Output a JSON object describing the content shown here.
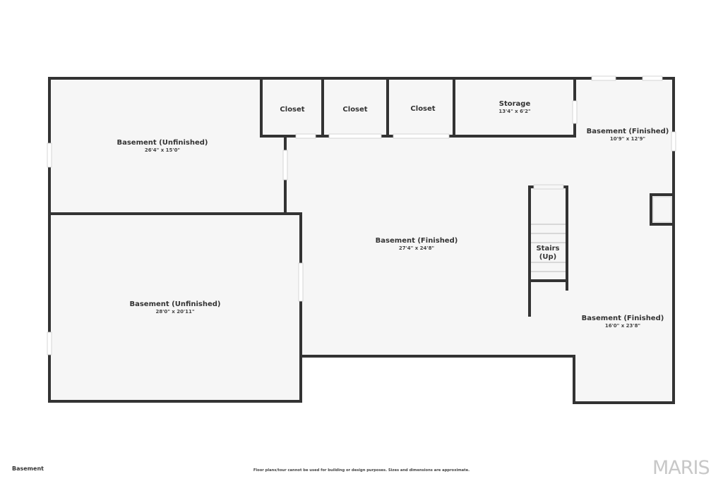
{
  "floor": {
    "label": "Basement"
  },
  "disclaimer": "Floor plans/tour cannot be used for building or design purposes. Sizes and dimensions are approximate.",
  "brand": "MARIS",
  "colors": {
    "wall": "#333333",
    "floor": "#f6f6f6",
    "window": "#ffffff"
  },
  "rooms": {
    "unfinished_top": {
      "name": "Basement (Unfinished)",
      "dims": "26'4\" x 15'0\""
    },
    "unfinished_bottom": {
      "name": "Basement (Unfinished)",
      "dims": "28'0\" x 20'11\""
    },
    "closet_1": {
      "name": "Closet"
    },
    "closet_2": {
      "name": "Closet"
    },
    "closet_3": {
      "name": "Closet"
    },
    "storage": {
      "name": "Storage",
      "dims": "13'4\" x 6'2\""
    },
    "finished_corner": {
      "name": "Basement (Finished)",
      "dims": "10'9\" x 12'9\""
    },
    "finished_main": {
      "name": "Basement (Finished)",
      "dims": "27'4\" x 24'8\""
    },
    "finished_right": {
      "name": "Basement (Finished)",
      "dims": "16'0\" x 23'8\""
    },
    "stairs": {
      "name_line1": "Stairs",
      "name_line2": "(Up)"
    }
  }
}
